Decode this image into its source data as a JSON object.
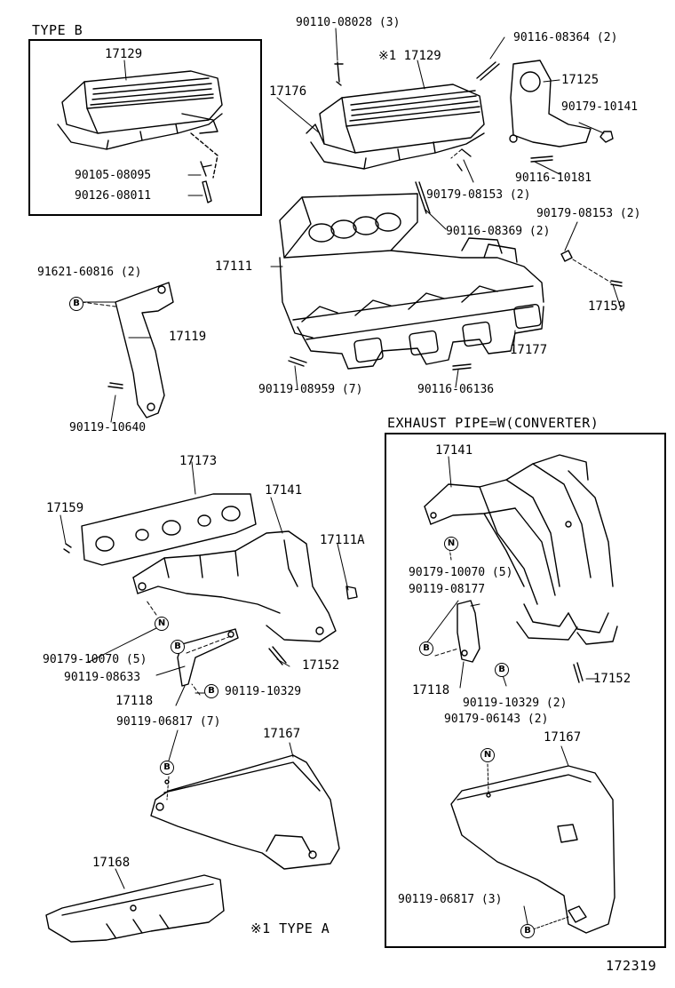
{
  "sections": {
    "type_b": "TYPE B",
    "exhaust_pipe": "EXHAUST PIPE=W(CONVERTER)",
    "type_a_note": "※1  TYPE A"
  },
  "figure_number": "172319",
  "tags": {
    "B": "B",
    "N": "N"
  },
  "labels": {
    "tb_17129": "17129",
    "tb_90105": "90105-08095",
    "tb_90126": "90126-08011",
    "l_90110": "90110-08028 (3)",
    "l_90116_08364": "90116-08364 (2)",
    "l_17129_star": "※1 17129",
    "l_17125": "17125",
    "l_17176": "17176",
    "l_90179_10141": "90179-10141",
    "l_90116_10181": "90116-10181",
    "l_90179_08153_a": "90179-08153 (2)",
    "l_90116_08369": "90116-08369 (2)",
    "l_90179_08153_b": "90179-08153 (2)",
    "l_91621": "91621-60816 (2)",
    "l_17111": "17111",
    "l_17119": "17119",
    "l_17159_a": "17159",
    "l_17177": "17177",
    "l_90119_08959": "90119-08959 (7)",
    "l_90116_06136": "90116-06136",
    "l_90119_10640": "90119-10640",
    "l_17173": "17173",
    "l_17159_b": "17159",
    "l_17141_a": "17141",
    "l_17111a": "17111A",
    "l_90179_10070_a": "90179-10070 (5)",
    "l_90119_08633": "90119-08633",
    "l_17152_a": "17152",
    "l_17118_a": "17118",
    "l_90119_10329_a": "90119-10329",
    "l_90119_06817_a": "90119-06817 (7)",
    "l_17167_a": "17167",
    "l_17168": "17168",
    "r_17141": "17141",
    "r_90179_10070": "90179-10070 (5)",
    "r_90119_08177": "90119-08177",
    "r_17152": "17152",
    "r_17118": "17118",
    "r_90119_10329": "90119-10329 (2)",
    "r_90179_06143": "90179-06143 (2)",
    "r_17167": "17167",
    "r_90119_06817": "90119-06817 (3)"
  }
}
